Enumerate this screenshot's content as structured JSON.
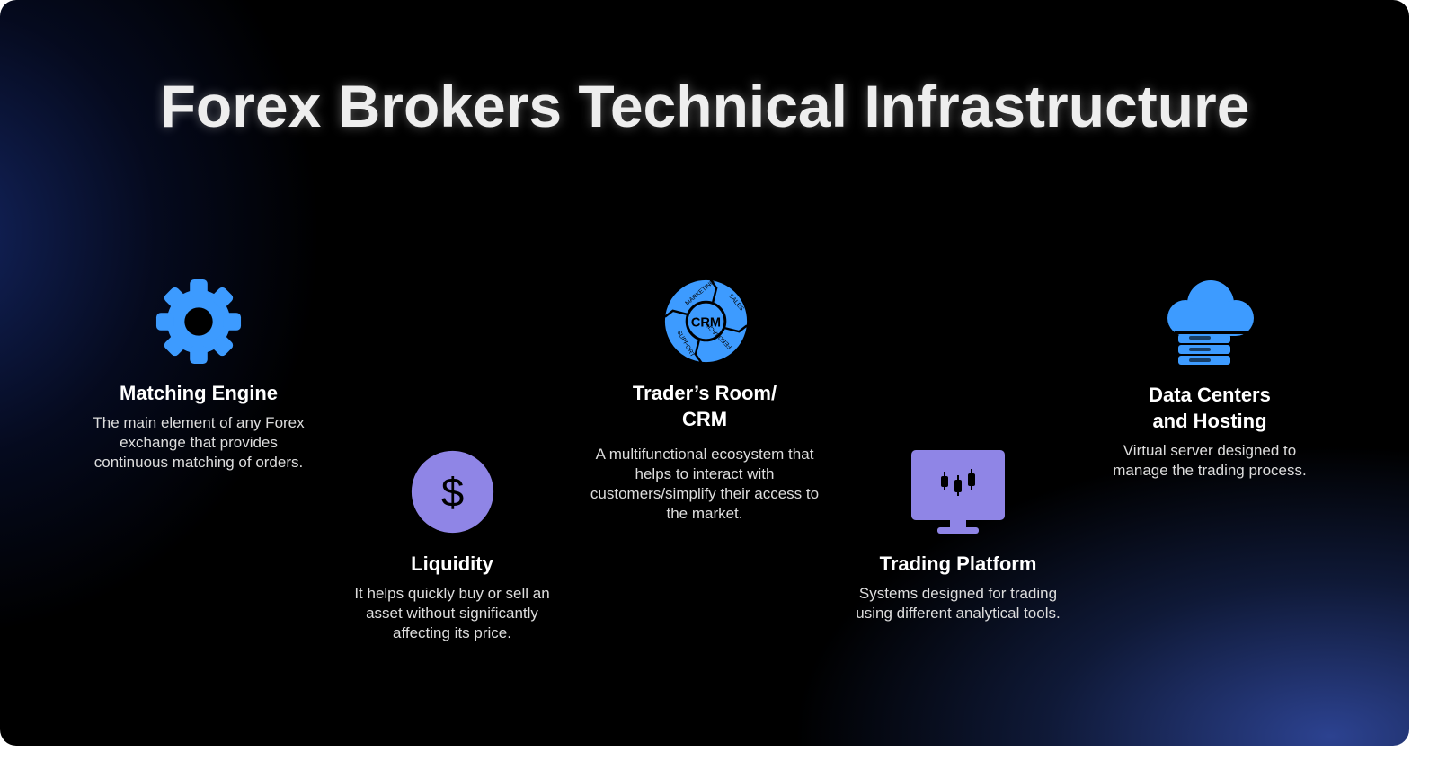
{
  "title": "Forex Brokers Technical Infrastructure",
  "items": [
    {
      "title": "Matching Engine",
      "desc": "The main element of any Forex exchange that provides continuous matching of orders.",
      "icon": "gear-icon"
    },
    {
      "title": "Liquidity",
      "desc": "It helps quickly buy or sell an asset without significantly affecting its price.",
      "icon": "dollar-icon"
    },
    {
      "title": "Trader’s Room/ CRM",
      "desc": "A multifunctional ecosystem that helps to interact with customers/simplify their access to the market.",
      "icon": "crm-cycle-icon",
      "icon_labels": [
        "CRM",
        "MARKETING",
        "SALES",
        "FEEDBACK",
        "SUPPORT"
      ]
    },
    {
      "title": "Trading Platform",
      "desc": "Systems designed for trading using different analytical tools.",
      "icon": "monitor-candlestick-icon"
    },
    {
      "title": "Data Centers and Hosting",
      "desc": "Virtual server designed to manage the trading process.",
      "icon": "cloud-server-icon"
    }
  ],
  "colors": {
    "blue": "#3d9bff",
    "purple": "#8f85e6"
  }
}
